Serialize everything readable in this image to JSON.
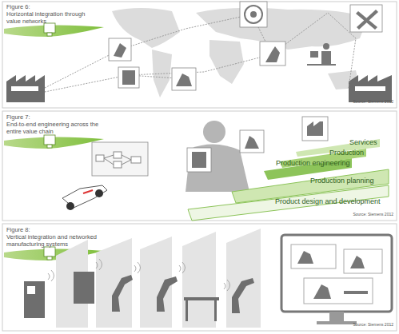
{
  "diagram": {
    "nodes": [
      {
        "text": [
          "Services"
        ]
      },
      {
        "text": [
          "Production"
        ]
      },
      {
        "text": [
          "Production engineering"
        ]
      },
      {
        "text": [
          "Production planning"
        ]
      },
      {
        "text": [
          "Product design and development"
        ]
      }
    ],
    "labels": [
      "Figure 6:",
      "Horizontal integration through value networks",
      "Source: Siemens 2012",
      "Figure 7:",
      "End-to-end engineering across the entire value chain",
      "Source: Siemens 2012",
      "Figure 8:",
      "Vertical integration and networked manufacturing systems",
      "Source: Siemens 2012"
    ]
  }
}
